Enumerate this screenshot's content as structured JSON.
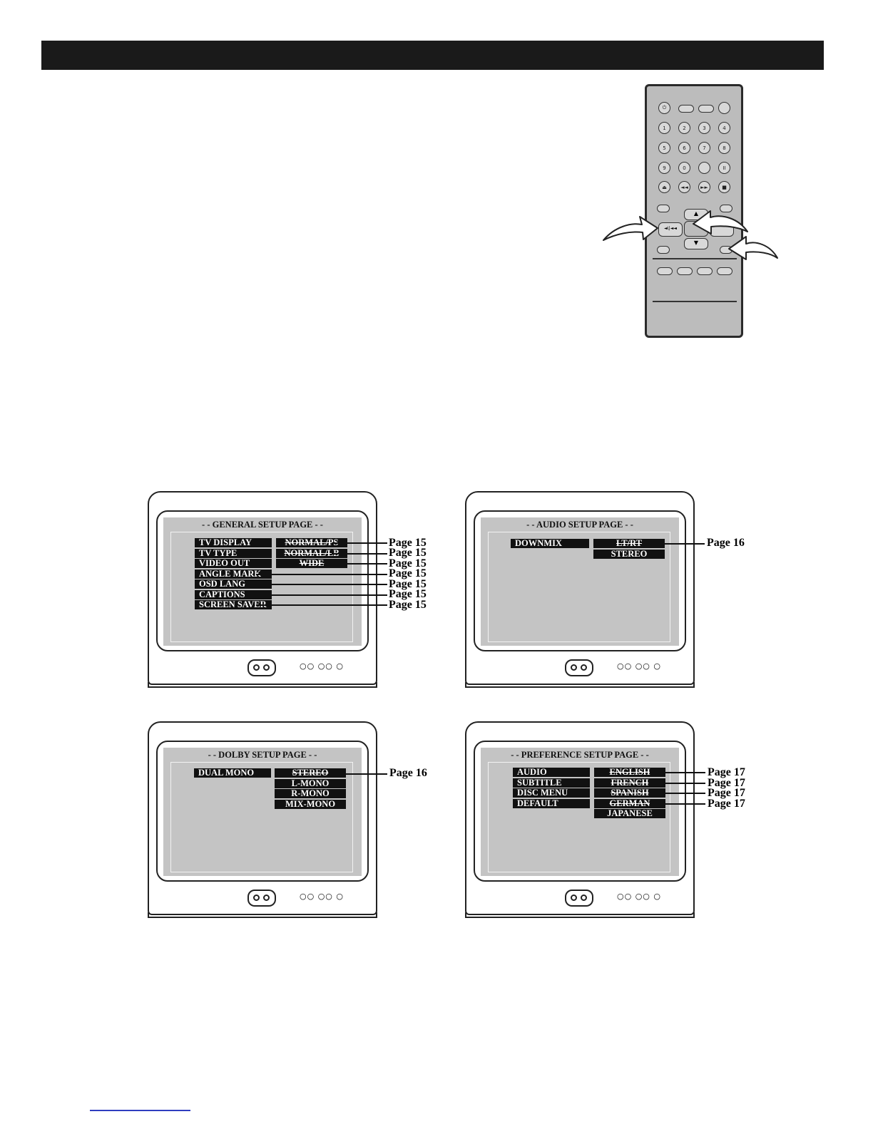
{
  "tv_general": {
    "title": "- - GENERAL SETUP PAGE - -",
    "items": [
      "TV DISPLAY",
      "TV TYPE",
      "VIDEO OUT",
      "ANGLE MARK",
      "OSD LANG",
      "CAPTIONS",
      "SCREEN SAVER"
    ],
    "options": [
      "NORMAL/PS",
      "NORMAL/LB",
      "WIDE"
    ],
    "page_refs": [
      "Page 15",
      "Page 15",
      "Page 15",
      "Page 15",
      "Page 15",
      "Page 15",
      "Page 15"
    ]
  },
  "tv_audio": {
    "title": "- - AUDIO SETUP PAGE - -",
    "items": [
      "DOWNMIX"
    ],
    "options": [
      "LT/RT",
      "STEREO"
    ],
    "page_refs": [
      "Page 16"
    ]
  },
  "tv_dolby": {
    "title": "- -  DOLBY SETUP PAGE  - -",
    "items": [
      "DUAL MONO"
    ],
    "options": [
      "STEREO",
      "L-MONO",
      "R-MONO",
      "MIX-MONO"
    ],
    "page_refs": [
      "Page 16"
    ]
  },
  "tv_preference": {
    "title": "- - PREFERENCE SETUP PAGE - -",
    "items": [
      "AUDIO",
      "SUBTITLE",
      "DISC MENU",
      "DEFAULT"
    ],
    "options": [
      "ENGLISH",
      "FRENCH",
      "SPANISH",
      "GERMAN",
      "JAPANESE"
    ],
    "page_refs": [
      "Page 17",
      "Page 17",
      "Page 17",
      "Page 17"
    ]
  },
  "remote": {
    "number_keys": [
      "1",
      "2",
      "3",
      "4",
      "5",
      "6",
      "7",
      "8",
      "9",
      "0"
    ],
    "transport_icons": [
      "eject-icon",
      "rewind-icon",
      "fast-forward-icon",
      "stop-icon",
      "pause-icon",
      "power-icon"
    ],
    "left_key_label": "◄\\|◄◄"
  },
  "colors": {
    "header_bar": "#1a1a1a",
    "screen_gray": "#c4c4c4",
    "remote_body": "#bcbcbc",
    "footer_rule": "#2f3dbf"
  }
}
